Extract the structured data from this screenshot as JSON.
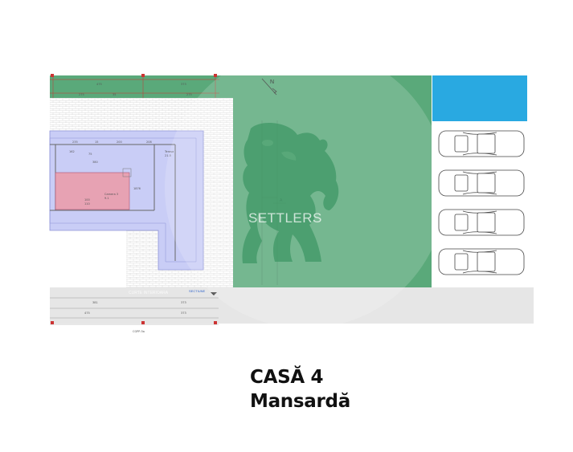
{
  "title": {
    "line1": "CASĂ 4",
    "line2": "Mansardă"
  },
  "watermark": {
    "brand": "SETTLERS"
  },
  "plan": {
    "room_red": {
      "name": "Camera 3",
      "area": "9.1"
    },
    "room_blue": {
      "name": "Terasa",
      "area": "21.5"
    },
    "cut_label": "SECTIUNE"
  },
  "colors": {
    "lawn": "#5aa97a",
    "pool": "#2aa9e0",
    "slab": "#c9cdf6",
    "room": "#e7a2b3",
    "road": "#e6e6e6",
    "text": "#111111"
  }
}
